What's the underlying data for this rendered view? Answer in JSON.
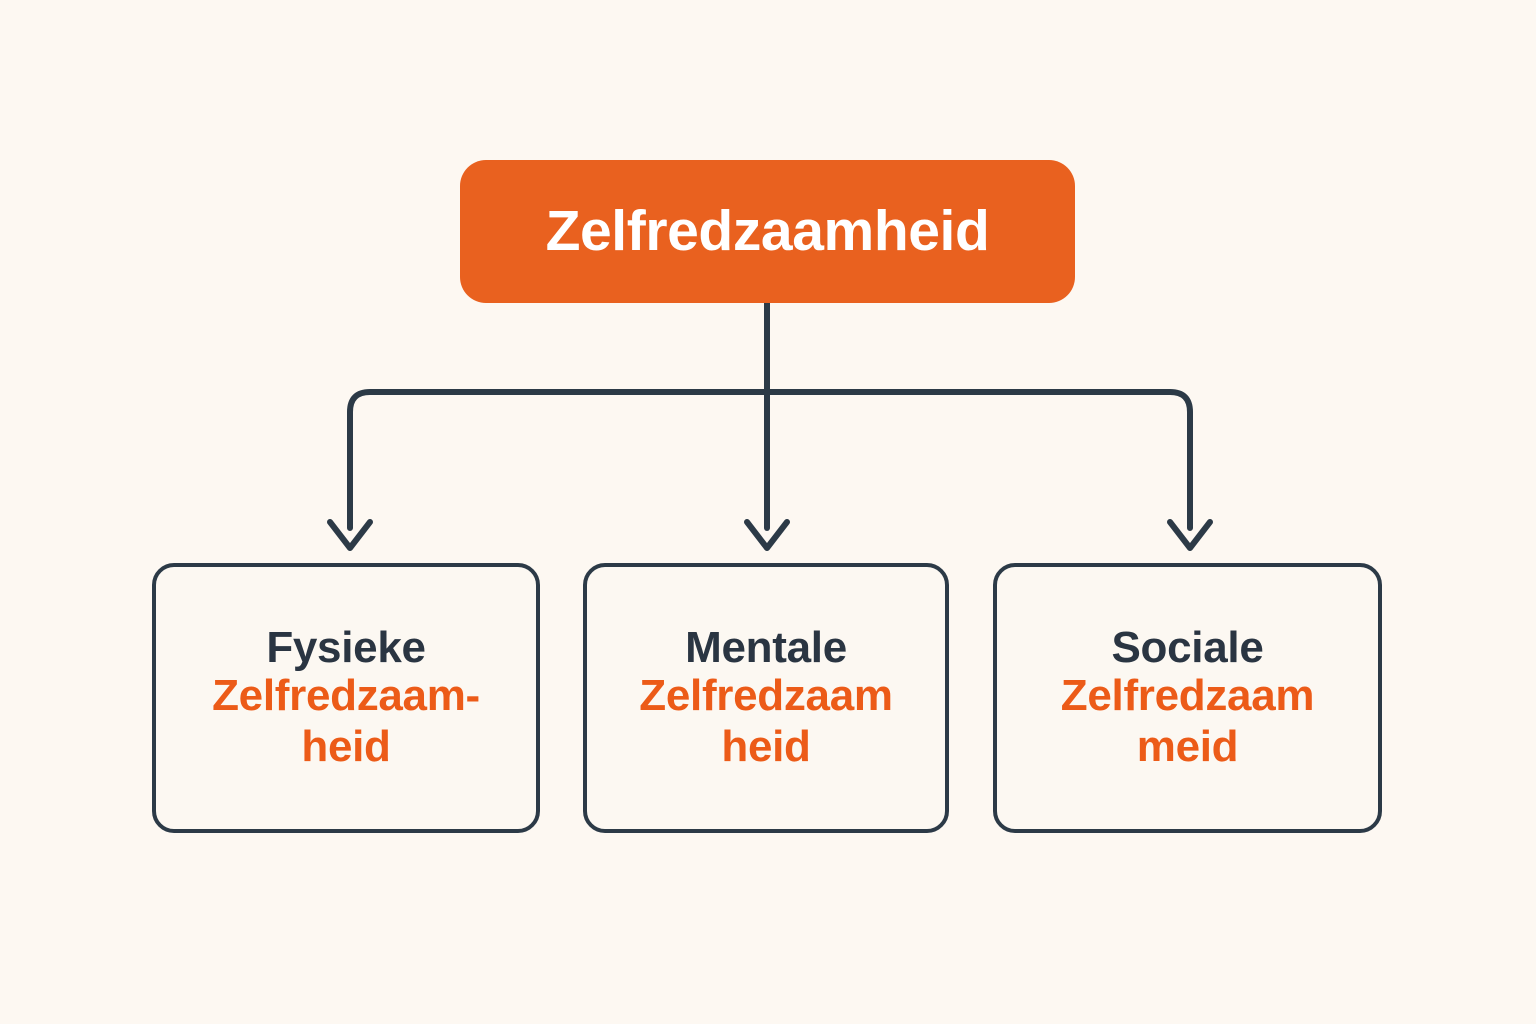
{
  "diagram": {
    "type": "tree",
    "orientation": "top-down",
    "background_color": "#FDF8F2",
    "title_text": "Zelfredzaamheid",
    "root": {
      "label": "Zelfredzaamheid",
      "fill_color": "#E9611F",
      "text_color": "#FFFFFF"
    },
    "connector": {
      "name": "elbow-connector",
      "color": "#2C3A47",
      "stroke_width": 6,
      "arrowhead": "chevron"
    },
    "children": [
      {
        "title": "Fysieke",
        "subtitle": "Zelfredzaam-\nheid",
        "title_color": "#2A3542",
        "subtitle_color": "#EC5B18",
        "border_color": "#2C3A47",
        "fill_color": "#FCF8F2"
      },
      {
        "title": "Mentale",
        "subtitle": "Zelfredzaam\nheid",
        "title_color": "#2A3542",
        "subtitle_color": "#EC5B18",
        "border_color": "#2C3A47",
        "fill_color": "#FCF8F2"
      },
      {
        "title": "Sociale",
        "subtitle": "Zelfredzaam\nmeid",
        "title_color": "#2A3542",
        "subtitle_color": "#EC5B18",
        "border_color": "#2C3A47",
        "fill_color": "#FCF8F2"
      }
    ]
  }
}
